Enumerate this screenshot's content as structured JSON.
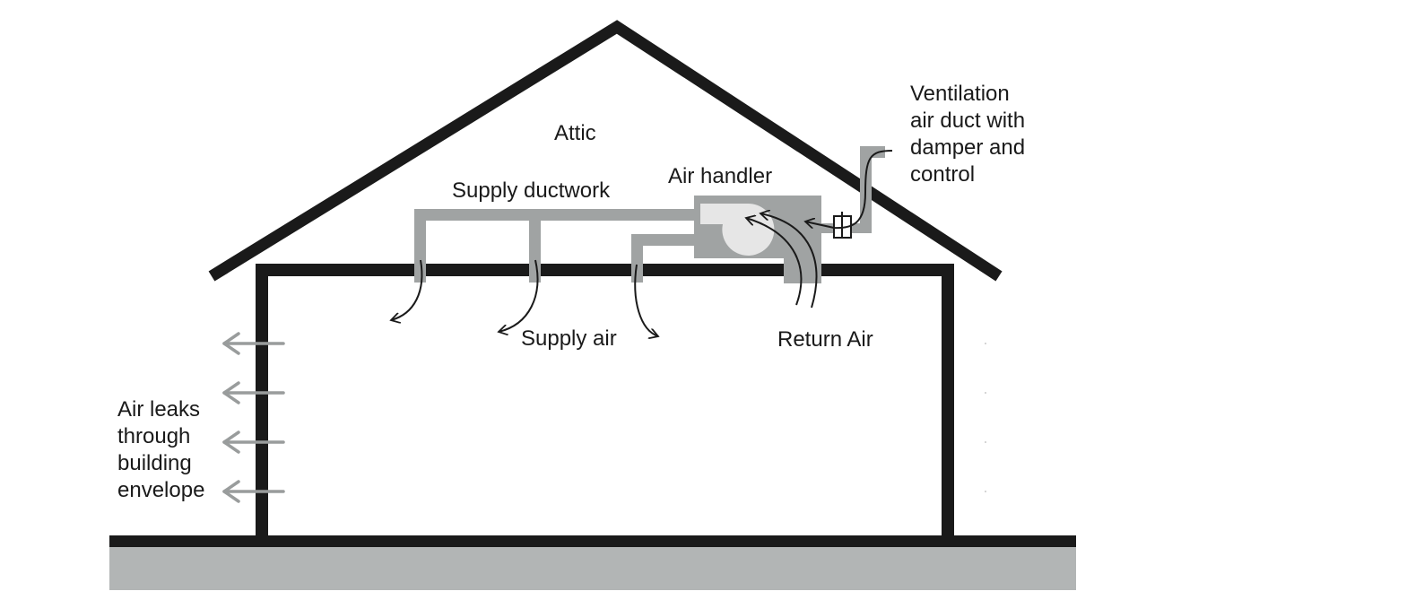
{
  "labels": {
    "attic": "Attic",
    "supply_ductwork": "Supply ductwork",
    "air_handler": "Air handler",
    "ventilation_lines": [
      "Ventilation",
      "air duct with",
      "damper and",
      "control"
    ],
    "supply_air": "Supply air",
    "return_air": "Return Air",
    "air_leaks_lines": [
      "Air leaks",
      "through",
      "building",
      "envelope"
    ]
  },
  "colors": {
    "structure": "#1a1a1a",
    "ductwork": "#a0a3a3",
    "ground": "#b2b5b5",
    "fan_housing": "#e6e6e6",
    "leak_arrow": "#999c9c",
    "flow_arrow": "#1a1a1a"
  }
}
